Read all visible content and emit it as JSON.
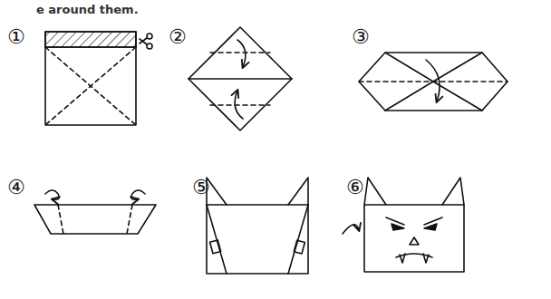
{
  "diagram": {
    "labels": [
      "e around them.",
      "①",
      "②",
      "③",
      "④",
      "⑤",
      "⑥"
    ]
  }
}
